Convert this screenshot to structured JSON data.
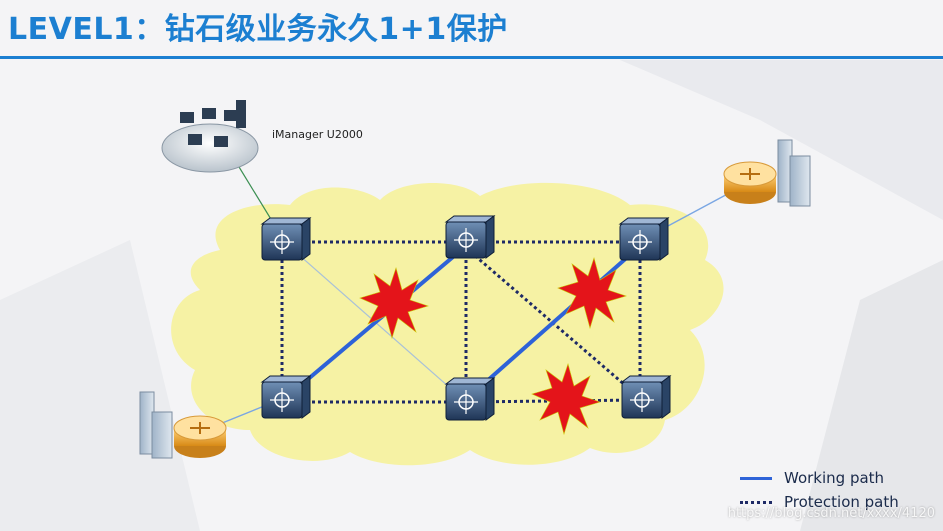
{
  "title": "LEVEL1：钻石级业务永久1+1保护",
  "manager": {
    "label": "iManager U2000"
  },
  "legend": {
    "working": "Working path",
    "protection": "Protection path"
  },
  "watermark": "https://blog.csdn.net/xxxx/4120",
  "colors": {
    "accent": "#1c7fd1",
    "cloud": "#f6f2a4",
    "working": "#2e63d8",
    "protection": "#1e2a66",
    "fault": "#e4141a"
  }
}
